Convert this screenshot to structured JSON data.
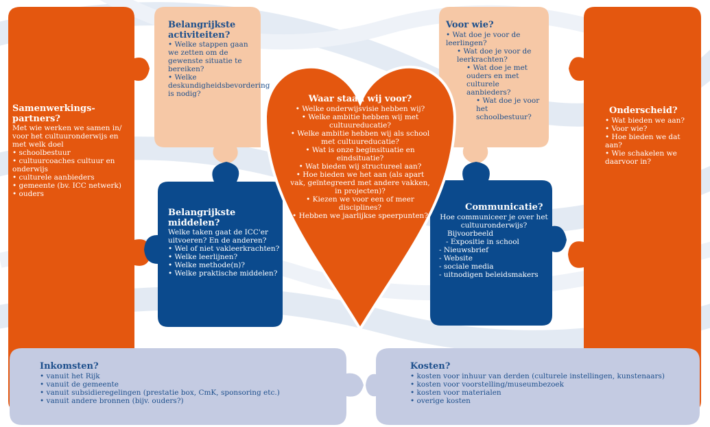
{
  "colors": {
    "orange": "#e4570f",
    "peach": "#f6c8a6",
    "navy": "#0b4a8d",
    "lavender": "#c4cbe2",
    "text_blue": "#1d4f8c",
    "background_waves": "#dde6f1"
  },
  "partners": {
    "title_line1": "Samenwerkings-",
    "title_line2": "partners?",
    "intro": "Met wie werken we samen in/ voor het cultuuronderwijs en met welk doel",
    "items": [
      "• schoolbestuur",
      "• cultuurcoaches cultuur en onderwijs",
      "• culturele aanbieders",
      "• gemeente (bv. ICC netwerk)",
      "• ouders"
    ]
  },
  "activities": {
    "title_line1": "Belangrijkste",
    "title_line2": "activiteiten?",
    "items": [
      "• Welke stappen gaan we zetten om de gewenste situatie te bereiken?",
      "• Welke deskundigheidsbevordering is nodig?"
    ]
  },
  "resources": {
    "title_line1": "Belangrijkste",
    "title_line2": "middelen?",
    "intro": "Welke taken gaat de ICC'er uitvoeren? En de anderen?",
    "items": [
      "• Wel of niet vakleerkrachten?",
      "• Welke leerlijnen?",
      "• Welke methode(n)?",
      "• Welke praktische middelen?"
    ]
  },
  "heart": {
    "title": "Waar staan wij voor?",
    "items": [
      "• Welke onderwijsvisie hebben wij?",
      "• Welke ambitie hebben wij met cultuureducatie?",
      "• Welke ambitie hebben wij als school met cultuureducatie?",
      "• Wat is onze beginsituatie en eindsituatie?",
      "• Wat bieden wij structureel aan?",
      "• Hoe bieden we het aan (als apart vak, geïntegreerd met andere vakken, in projecten)?",
      "• Kiezen we voor een of meer disciplines?",
      "• Hebben we jaarlijkse speerpunten?"
    ]
  },
  "forwhom": {
    "title": "Voor wie?",
    "items": [
      "• Wat doe je voor de leerlingen?",
      "• Wat doe je voor de leerkrachten?",
      "• Wat doe je met ouders en met culturele aanbieders?",
      "• Wat doe je voor het schoolbestuur?"
    ]
  },
  "communication": {
    "title": "Communicatie?",
    "intro": "Hoe communiceer je over het cultuuronderwijs?",
    "sub1": "Bijvoorbeeld",
    "sub2": "- Expositie in school",
    "items": [
      "- Nieuwsbrief",
      "- Website",
      "- sociale media",
      "- uitnodigen beleidsmakers"
    ]
  },
  "distinction": {
    "title": "Onderscheid?",
    "items": [
      "• Wat bieden we aan?",
      "• Voor wie?",
      "• Hoe bieden we dat aan?",
      "• Wie schakelen we daarvoor in?"
    ]
  },
  "income": {
    "title": "Inkomsten?",
    "items": [
      "• vanuit het Rijk",
      "• vanuit de gemeente",
      "• vanuit subsidieregelingen (prestatie box, CmK, sponsoring etc.)",
      "• vanuit andere bronnen (bijv. ouders?)"
    ]
  },
  "costs": {
    "title": "Kosten?",
    "items": [
      "• kosten voor inhuur van derden (culturele instellingen, kunstenaars)",
      "• kosten voor voorstelling/museumbezoek",
      "• kosten voor materialen",
      "• overige kosten"
    ]
  }
}
